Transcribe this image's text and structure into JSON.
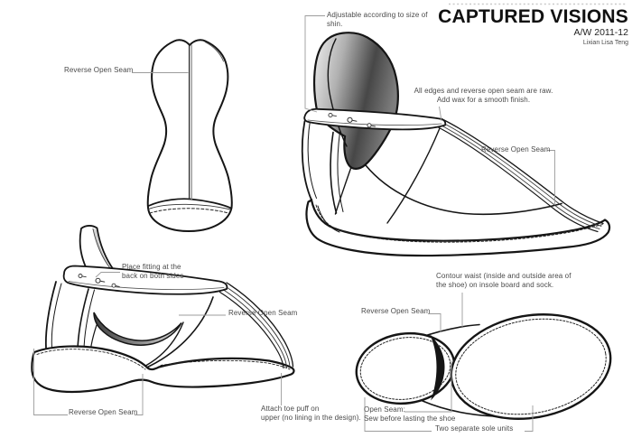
{
  "title_block": {
    "title": "CAPTURED VISIONS",
    "season": "A/W 2011-12",
    "designer": "Lixian Lisa Teng"
  },
  "annotations": {
    "pattern_seam": "Reverse Open Seam",
    "adjustable_shin": "Adjustable according to size of\nshin.",
    "raw_edges": "All edges and reverse open seam are raw.\nAdd wax for a smooth finish.",
    "seam_right": "Reverse Open Seam",
    "place_fitting": "Place fitting at the\nback on both sides",
    "seam_mid": "Reverse Open Seam",
    "seam_bottom_left": "Reverse Open Seam",
    "toe_puff": "Attach toe puff on\nupper (no lining in the design).",
    "contour_waist": "Contour waist (inside and outside area of\nthe shoe) on insole board and sock.",
    "sole_seam": "Reverse Open Seam",
    "open_seam": "Open Seam:\nSew before lasting the shoe",
    "sole_units": "Two separate sole units"
  },
  "icons": {
    "lace_hook": "small round lacing hook fitting, drawn as o- glyph"
  },
  "colors": {
    "line": "#151515",
    "leader_line": "#9c9c9c",
    "label_text": "#4a4a4a",
    "shade_dark": "#4a4a4a",
    "shade_light": "#ececec",
    "background": "#ffffff"
  }
}
